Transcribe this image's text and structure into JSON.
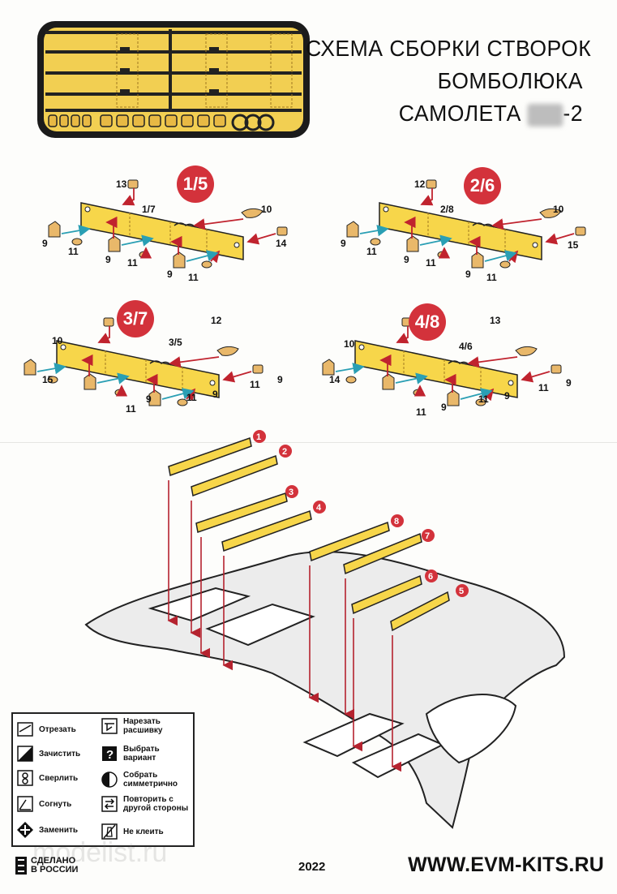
{
  "title": {
    "line1": "СХЕМА СБОРКИ СТВОРОК",
    "line2": "БОМБОЛЮКА",
    "line3_prefix": "САМОЛЕТА",
    "line3_suffix": "-2"
  },
  "assemblies": [
    {
      "badge": "1/5",
      "panel": "1/7",
      "labels": [
        "13",
        "10",
        "9",
        "11",
        "9",
        "11",
        "9",
        "11",
        "14"
      ]
    },
    {
      "badge": "2/6",
      "panel": "2/8",
      "labels": [
        "12",
        "10",
        "9",
        "11",
        "9",
        "11",
        "9",
        "11",
        "15"
      ]
    },
    {
      "badge": "3/7",
      "panel": "3/5",
      "labels": [
        "12",
        "10",
        "15",
        "11",
        "9",
        "11",
        "9",
        "11",
        "9"
      ]
    },
    {
      "badge": "4/8",
      "panel": "4/6",
      "labels": [
        "13",
        "10",
        "14",
        "11",
        "9",
        "11",
        "9",
        "11",
        "9"
      ]
    }
  ],
  "door_numbers": [
    "1",
    "2",
    "3",
    "4",
    "8",
    "7",
    "6",
    "5"
  ],
  "legend": {
    "items": [
      {
        "icon": "cut-icon",
        "label": "Отрезать"
      },
      {
        "icon": "clean-icon",
        "label": "Зачистить"
      },
      {
        "icon": "drill-icon",
        "label": "Сверлить"
      },
      {
        "icon": "bend-icon",
        "label": "Согнуть"
      },
      {
        "icon": "replace-icon",
        "label": "Заменить"
      },
      {
        "icon": "scribe-icon",
        "label": "Нарезать расшивку"
      },
      {
        "icon": "choose-icon",
        "label": "Выбрать вариант"
      },
      {
        "icon": "symmetric-icon",
        "label": "Собрать симметрично"
      },
      {
        "icon": "repeat-icon",
        "label": "Повторить с другой стороны"
      },
      {
        "icon": "no-glue-icon",
        "label": "Не клеить"
      }
    ]
  },
  "footer": {
    "made_line1": "СДЕЛАНО",
    "made_line2": "В РОССИИ",
    "year": "2022",
    "website": "WWW.EVM-KITS.RU",
    "watermark": "modelist.ru"
  },
  "colors": {
    "part_fill": "#f7d64a",
    "arrow_red": "#c0232e",
    "arrow_blue": "#2a9fb4",
    "badge_red": "#d3323b",
    "fuselage": "#ececec"
  }
}
